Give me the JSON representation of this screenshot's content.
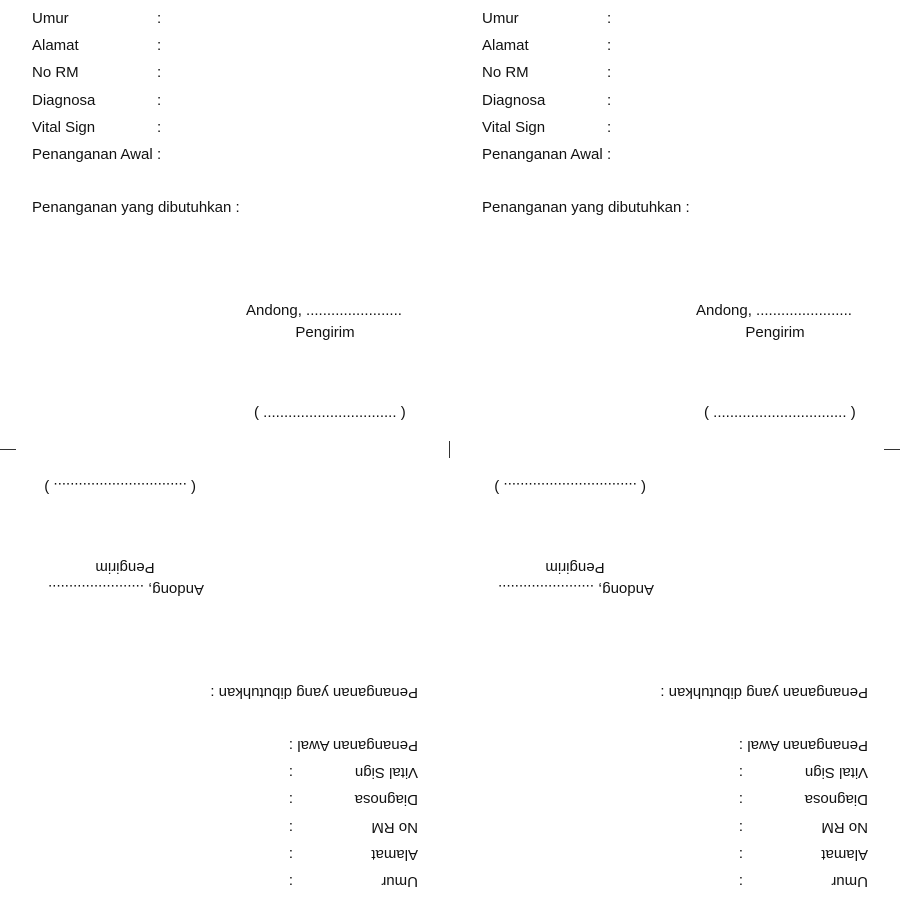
{
  "form": {
    "fields": [
      {
        "label": "Umur",
        "sep": ":"
      },
      {
        "label": "Alamat",
        "sep": ":"
      },
      {
        "label": "No RM",
        "sep": ":"
      },
      {
        "label": "Diagnosa",
        "sep": ":"
      },
      {
        "label": "Vital Sign",
        "sep": ":"
      },
      {
        "label": "Penanganan Awal",
        "sep": ":"
      }
    ],
    "needed_label": "Penanganan yang dibutuhkan :",
    "place_date": "Andong, .......................",
    "sender_role": "Pengirim",
    "signature_line": "( ................................ )"
  }
}
